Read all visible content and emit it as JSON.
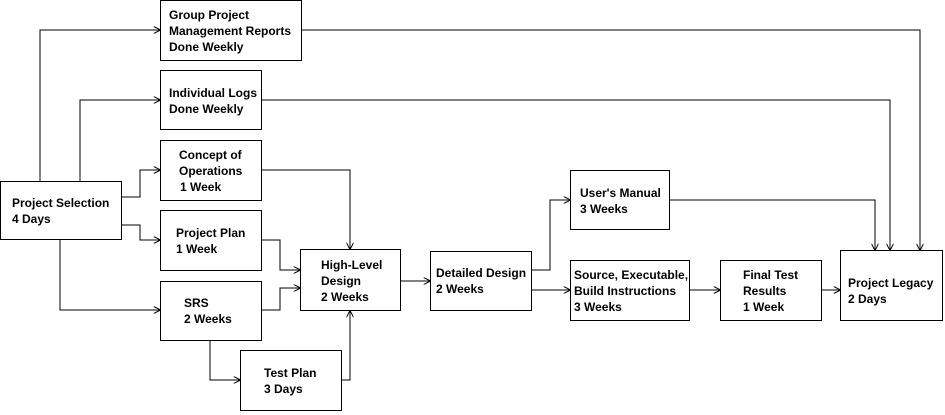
{
  "nodes": {
    "group_reports": {
      "lines": [
        "Group Project",
        "Management Reports",
        "Done Weekly"
      ]
    },
    "individual_logs": {
      "lines": [
        "Individual Logs",
        "Done Weekly"
      ]
    },
    "concept_ops": {
      "lines": [
        "Concept of",
        "Operations",
        "1 Week"
      ]
    },
    "project_selection": {
      "lines": [
        "Project Selection",
        "4 Days"
      ]
    },
    "project_plan": {
      "lines": [
        "Project Plan",
        "1 Week"
      ]
    },
    "srs": {
      "lines": [
        "SRS",
        "2 Weeks"
      ]
    },
    "test_plan": {
      "lines": [
        "Test Plan",
        "3 Days"
      ]
    },
    "high_level_design": {
      "lines": [
        "High-Level",
        "Design",
        "2 Weeks"
      ]
    },
    "detailed_design": {
      "lines": [
        "Detailed Design",
        "2 Weeks"
      ]
    },
    "users_manual": {
      "lines": [
        "User's Manual",
        "3 Weeks"
      ]
    },
    "source_exec": {
      "lines": [
        "Source, Executable,",
        "Build Instructions",
        "3 Weeks"
      ]
    },
    "final_test": {
      "lines": [
        "Final Test",
        "Results",
        "1 Week"
      ]
    },
    "project_legacy": {
      "lines": [
        "Project Legacy",
        "2 Days"
      ]
    }
  },
  "colors": {
    "line": "#000000",
    "box_fill": "#ffffff",
    "text": "#000000"
  }
}
